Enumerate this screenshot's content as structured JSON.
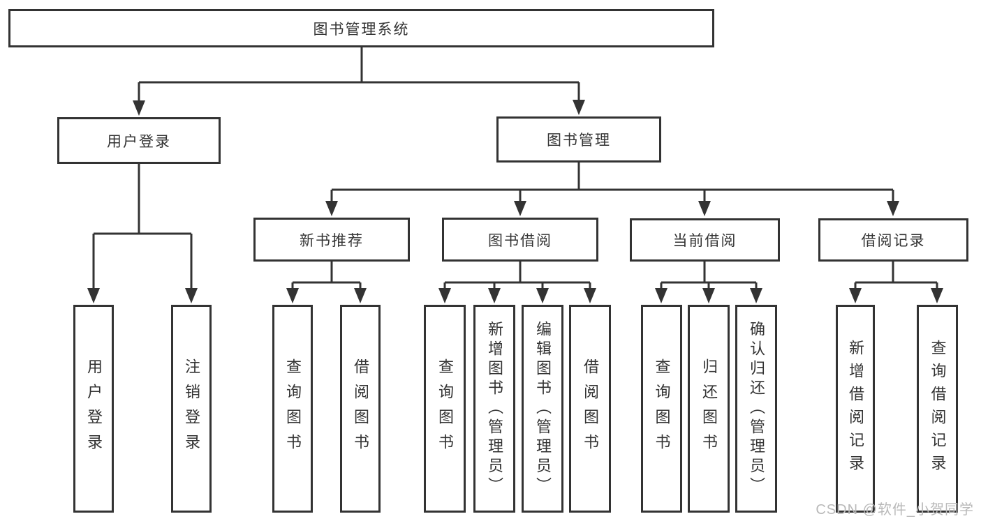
{
  "tree": {
    "label": "图书管理系统",
    "children": [
      {
        "label": "用户登录",
        "children": [
          {
            "label": "用户登录"
          },
          {
            "label": "注销登录"
          }
        ]
      },
      {
        "label": "图书管理",
        "children": [
          {
            "label": "新书推荐",
            "children": [
              {
                "label": "查询图书"
              },
              {
                "label": "借阅图书"
              }
            ]
          },
          {
            "label": "图书借阅",
            "children": [
              {
                "label": "查询图书"
              },
              {
                "label": "新增图书（管理员）"
              },
              {
                "label": "编辑图书（管理员）"
              },
              {
                "label": "借阅图书"
              }
            ]
          },
          {
            "label": "当前借阅",
            "children": [
              {
                "label": "查询图书"
              },
              {
                "label": "归还图书"
              },
              {
                "label": "确认归还（管理员）"
              }
            ]
          },
          {
            "label": "借阅记录",
            "children": [
              {
                "label": "新增借阅记录"
              },
              {
                "label": "查询借阅记录"
              }
            ]
          }
        ]
      }
    ]
  },
  "watermark": "CSDN @软件_小贺同学",
  "colors": {
    "line": "#333333",
    "text": "#333333",
    "bg": "#ffffff",
    "watermark": "#b9b9b9"
  }
}
